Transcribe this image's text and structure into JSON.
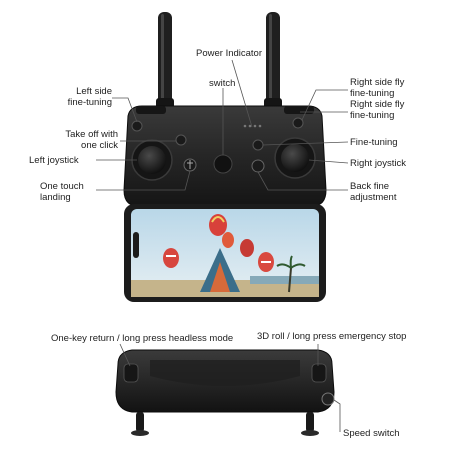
{
  "labels": {
    "power_indicator": "Power Indicator",
    "switch": "switch",
    "left_side_fine_tuning_1": "Left side",
    "left_side_fine_tuning_2": "fine-tuning",
    "take_off_1": "Take off with",
    "take_off_2": "one click",
    "left_joystick": "Left joystick",
    "one_touch_landing_1": "One touch",
    "one_touch_landing_2": "landing",
    "right_side_fly_1a": "Right side fly",
    "right_side_fly_1b": "fine-tuning",
    "right_side_fly_2a": "Right side fly",
    "right_side_fly_2b": "fine-tuning",
    "fine_tuning": "Fine-tuning",
    "right_joystick": "Right joystick",
    "back_fine_1": "Back fine",
    "back_fine_2": "adjustment",
    "one_key_return": "One-key return / long press headless mode",
    "roll_emergency": "3D roll / long press emergency stop",
    "speed_switch": "Speed switch"
  },
  "colors": {
    "controller_body": "#2b2b2b",
    "controller_edge": "#111111",
    "leader_line": "#555555",
    "phone_screen_sky": "#cfe3ee",
    "phone_screen_ground": "#b9a27a"
  },
  "icons": {
    "left_antenna": "antenna",
    "right_antenna": "antenna",
    "power_led": "led-dots",
    "takeoff": "takeoff-icon",
    "landing": "landing-icon",
    "speed": "speed-icon"
  }
}
